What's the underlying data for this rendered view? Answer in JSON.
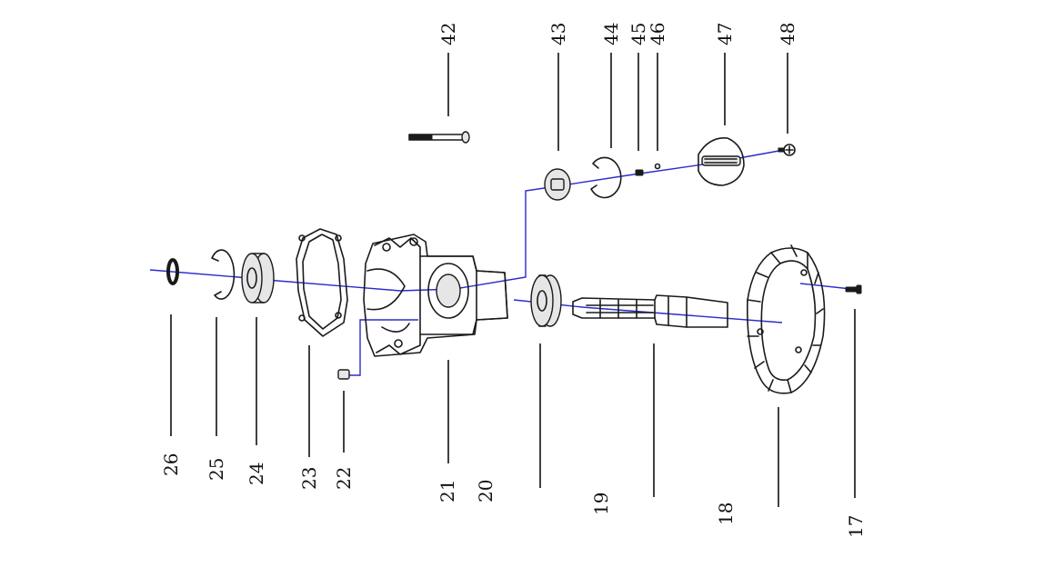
{
  "diagram": {
    "callouts": [
      {
        "id": "c17",
        "text": "17"
      },
      {
        "id": "c18",
        "text": "18"
      },
      {
        "id": "c19",
        "text": "19"
      },
      {
        "id": "c20",
        "text": "20"
      },
      {
        "id": "c21",
        "text": "21"
      },
      {
        "id": "c22",
        "text": "22"
      },
      {
        "id": "c23",
        "text": "23"
      },
      {
        "id": "c24",
        "text": "24"
      },
      {
        "id": "c25",
        "text": "25"
      },
      {
        "id": "c26",
        "text": "26"
      },
      {
        "id": "c42",
        "text": "42"
      },
      {
        "id": "c43",
        "text": "43"
      },
      {
        "id": "c44",
        "text": "44"
      },
      {
        "id": "c45",
        "text": "45"
      },
      {
        "id": "c46",
        "text": "46"
      },
      {
        "id": "c47",
        "text": "47"
      },
      {
        "id": "c48",
        "text": "48"
      }
    ],
    "colors": {
      "axis": "#2b2bcc",
      "line": "#1a1a1a",
      "background": "#ffffff"
    }
  }
}
